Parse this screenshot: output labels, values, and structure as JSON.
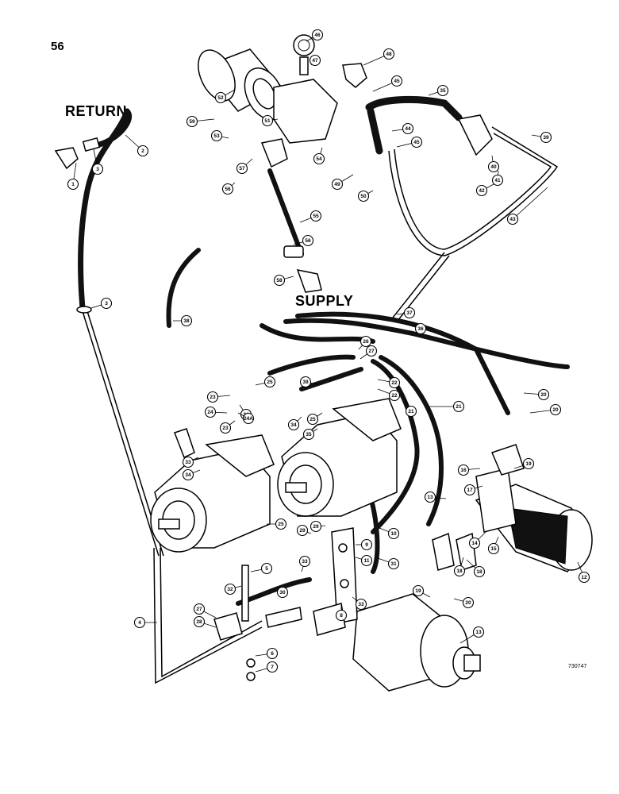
{
  "page_number": "56",
  "document_code": "730747",
  "labels": {
    "return": "RETURN",
    "supply": "SUPPLY"
  },
  "callouts": [
    "1",
    "2",
    "3",
    "3",
    "4",
    "5",
    "6",
    "7",
    "8",
    "9",
    "10",
    "11",
    "12",
    "13",
    "13",
    "14",
    "15",
    "16",
    "17",
    "18",
    "18",
    "19",
    "19",
    "20",
    "20",
    "20",
    "21",
    "21",
    "22",
    "22",
    "23",
    "23",
    "24",
    "24",
    "24A",
    "25",
    "25",
    "25",
    "26",
    "27",
    "27",
    "28",
    "29",
    "29",
    "30",
    "31",
    "32",
    "33",
    "33",
    "33",
    "34",
    "34",
    "35",
    "35",
    "36",
    "37",
    "38",
    "39",
    "39",
    "40",
    "41",
    "42",
    "43",
    "44",
    "45",
    "45",
    "46",
    "47",
    "48",
    "49",
    "50",
    "51",
    "52",
    "53",
    "54",
    "55",
    "56",
    "56",
    "57",
    "58",
    "59"
  ]
}
